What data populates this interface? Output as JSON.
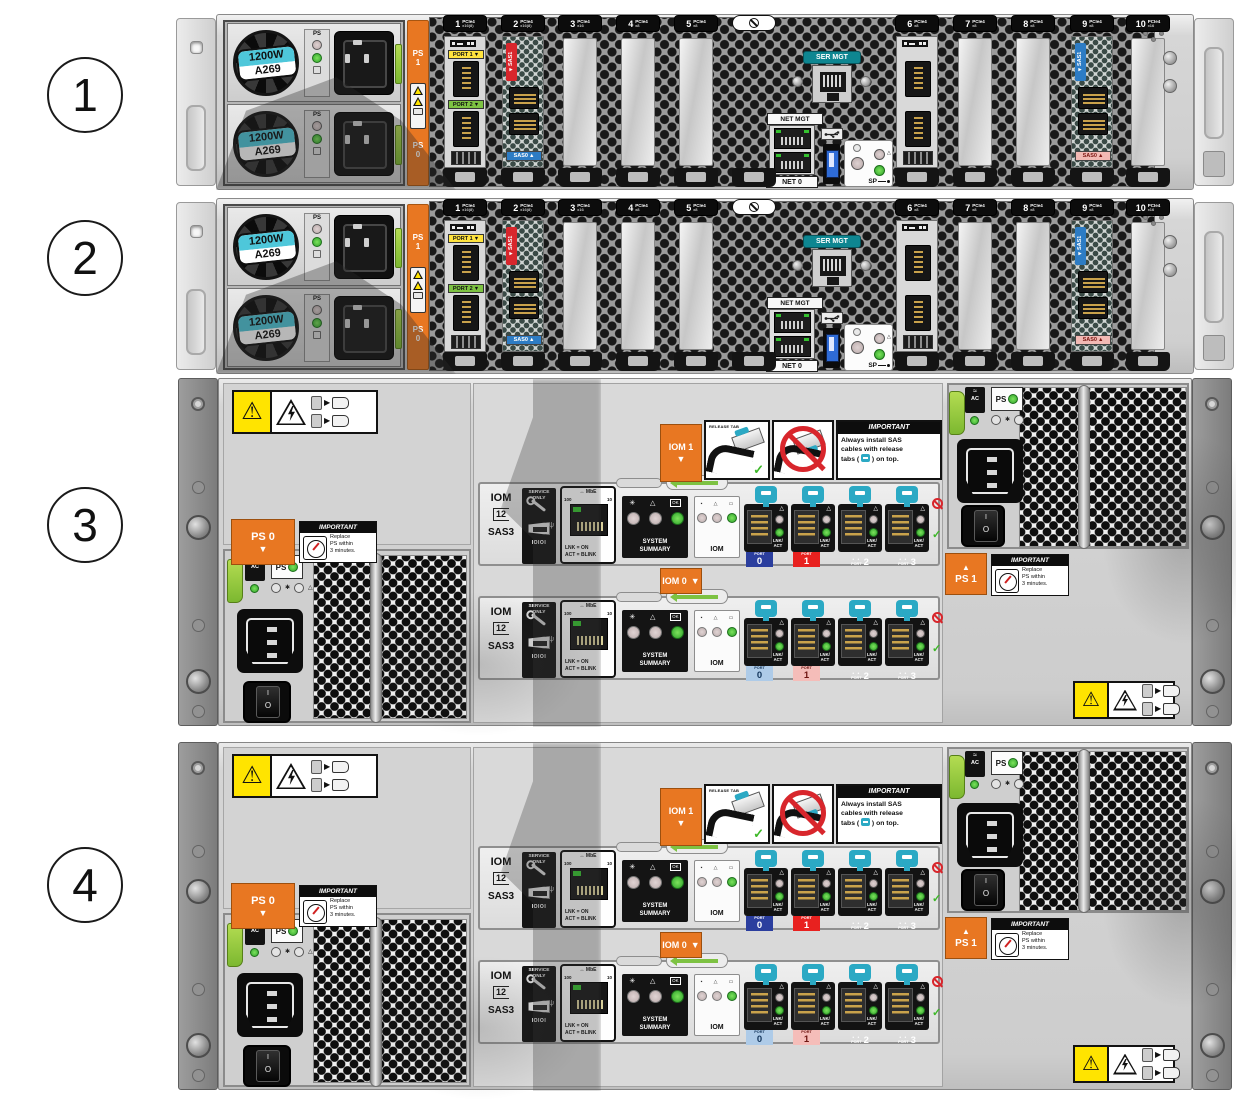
{
  "glyphs": {
    "down": "▼",
    "up": "▲",
    "left": "◄",
    "check": "✓",
    "warning": "⚠",
    "triangle": "△",
    "arrows": "↔",
    "tilde": "≈"
  },
  "colors": {
    "orange": "#E87722",
    "teal_tab": "#2BA9C4",
    "ser_mgt_teal": "#0E8691",
    "port0_blue": "#2B3E9E",
    "port1_red": "#E8211F",
    "port0_pale": "#AECBE8",
    "port1_pale": "#F5BDB9",
    "led_green": "#3DB93B",
    "clip_lime": "#8CC63E",
    "warn_yellow": "#FFE400",
    "sas1_red": "#D8262C",
    "sas_blue": "#2D7CC4"
  },
  "callouts": [
    "1",
    "2",
    "3",
    "4"
  ],
  "server": {
    "psu": {
      "watt": "1200W",
      "model": "A269",
      "ps_label": "PS"
    },
    "ps_strip": {
      "ps1_l1": "PS",
      "ps1_l2": "1",
      "ps0_l1": "PS",
      "ps0_l2": "0"
    },
    "slots": [
      {
        "n": "1",
        "bus": "PCIe4",
        "lanes": "x16(8)"
      },
      {
        "n": "2",
        "bus": "PCIe4",
        "lanes": "x16(8)"
      },
      {
        "n": "3",
        "bus": "PCIe4",
        "lanes": "x16"
      },
      {
        "n": "4",
        "bus": "PCIe4",
        "lanes": "x8"
      },
      {
        "n": "5",
        "bus": "PCIe4",
        "lanes": "x8"
      },
      {
        "n": "6",
        "bus": "PCIe4",
        "lanes": "x8"
      },
      {
        "n": "7",
        "bus": "PCIe4",
        "lanes": "x8"
      },
      {
        "n": "8",
        "bus": "PCIe4",
        "lanes": "x8"
      },
      {
        "n": "9",
        "bus": "PCIe4",
        "lanes": "x8"
      },
      {
        "n": "10",
        "bus": "PCIe4",
        "lanes": "x16"
      }
    ],
    "hba": {
      "port1": "PORT 1",
      "port2": "PORT 2"
    },
    "sas_card_slot2": {
      "top": "SAS1",
      "bottom": "SAS0"
    },
    "sas_card_slot9": {
      "top": "SAS1",
      "bottom": "SAS0"
    },
    "mgmt": {
      "ser_mgt": "SER MGT",
      "net_mgt": "NET MGT",
      "net0": "NET 0",
      "sp": "SP"
    }
  },
  "shelf": {
    "ps0": "PS 0",
    "ps1": "PS 1",
    "important": "IMPORTANT",
    "replace_l1": "Replace",
    "replace_l2": "PS within",
    "replace_l3": "3 minutes.",
    "iom1": "IOM 1",
    "iom0": "IOM 0",
    "release_tab": "RELEASE TAB",
    "sas_note": {
      "title": "IMPORTANT",
      "l1": "Always install SAS",
      "l2": "cables with release",
      "l3a": "tabs (",
      "l3b": ") on top."
    },
    "module": {
      "iom": "IOM",
      "x12": "12",
      "sas3": "SAS3",
      "service_l1": "SERVICE",
      "service_l2": "ONLY",
      "ioioi": "IOIOI",
      "mbe": "MbE",
      "m100": "100",
      "m10": "10",
      "lnk_on": "LNK = ON",
      "act_blink": "ACT = BLINK",
      "sys_l1": "SYSTEM",
      "sys_l2": "SUMMARY",
      "ok": "OK",
      "iom_box": "IOM",
      "lnk": "LNK/",
      "act": "ACT",
      "port": "PORT",
      "dots": "• •",
      "ports": [
        "0",
        "1",
        "2",
        "3"
      ]
    },
    "psu": {
      "ps": "PS",
      "ac": "AC",
      "on": "I",
      "off": "O"
    }
  }
}
